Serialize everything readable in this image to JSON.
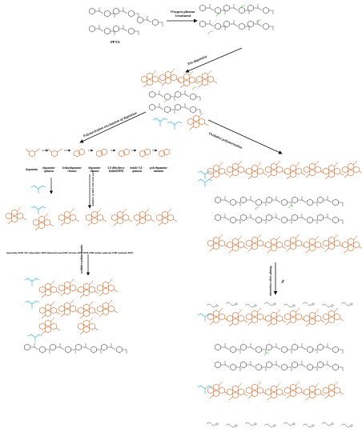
{
  "labels": {
    "ppta": "PPTA",
    "oxygen_plasma": "Oxygen plasma",
    "treatment": "treatment",
    "tris_dopamine": "Tris-dopamine",
    "polymerization_mechanism": "Polymerization mechanism of dopamine",
    "oxidative_polymerization": "Oxidative polymerization",
    "dopamine": "dopamine",
    "dopamine_quinone": "dopamine quinone",
    "leukodopamine_chrome": "leukodopamine chrome",
    "dopamine_chrome": "dopamine chrome",
    "dihydroxyindole": "5,6-dihydroxy indole(DHI)",
    "indole_quinone": "indole-5,6 -quinone",
    "polydopamine_melanin": "polydopamine melanin",
    "addition_dhi": "Addition of DHI with each parts",
    "bottom_row": "dopamine-DHI  Tris-dopamine-DHI leukochrome-DHI chrome-DHI    DHI-DHI  indole quinone-DHI melanin-DHI",
    "oxidative_polymerization_2": "oxidative polymerization",
    "electroless_silver": "electroless silver plating",
    "ag": "Ag"
  },
  "colors": {
    "molecule": "#555555",
    "polydopamine": "#d86a2a",
    "tris": "#1aa7d8",
    "hydroxyl": "#59c84a",
    "arrow": "#111111"
  },
  "icons": {
    "ppta_chain": "ppta-chain-icon",
    "plasma_chain": "plasma-treated-chain-icon",
    "tris_dopamine_structure": "tris-dopamine-structure-icon",
    "mechanism_sequence": "dopamine-mechanism-sequence-icon",
    "dhi_adducts": "dhi-adduct-row-icon",
    "pda_network": "polydopamine-network-icon",
    "silver_network": "silver-plated-network-icon"
  }
}
